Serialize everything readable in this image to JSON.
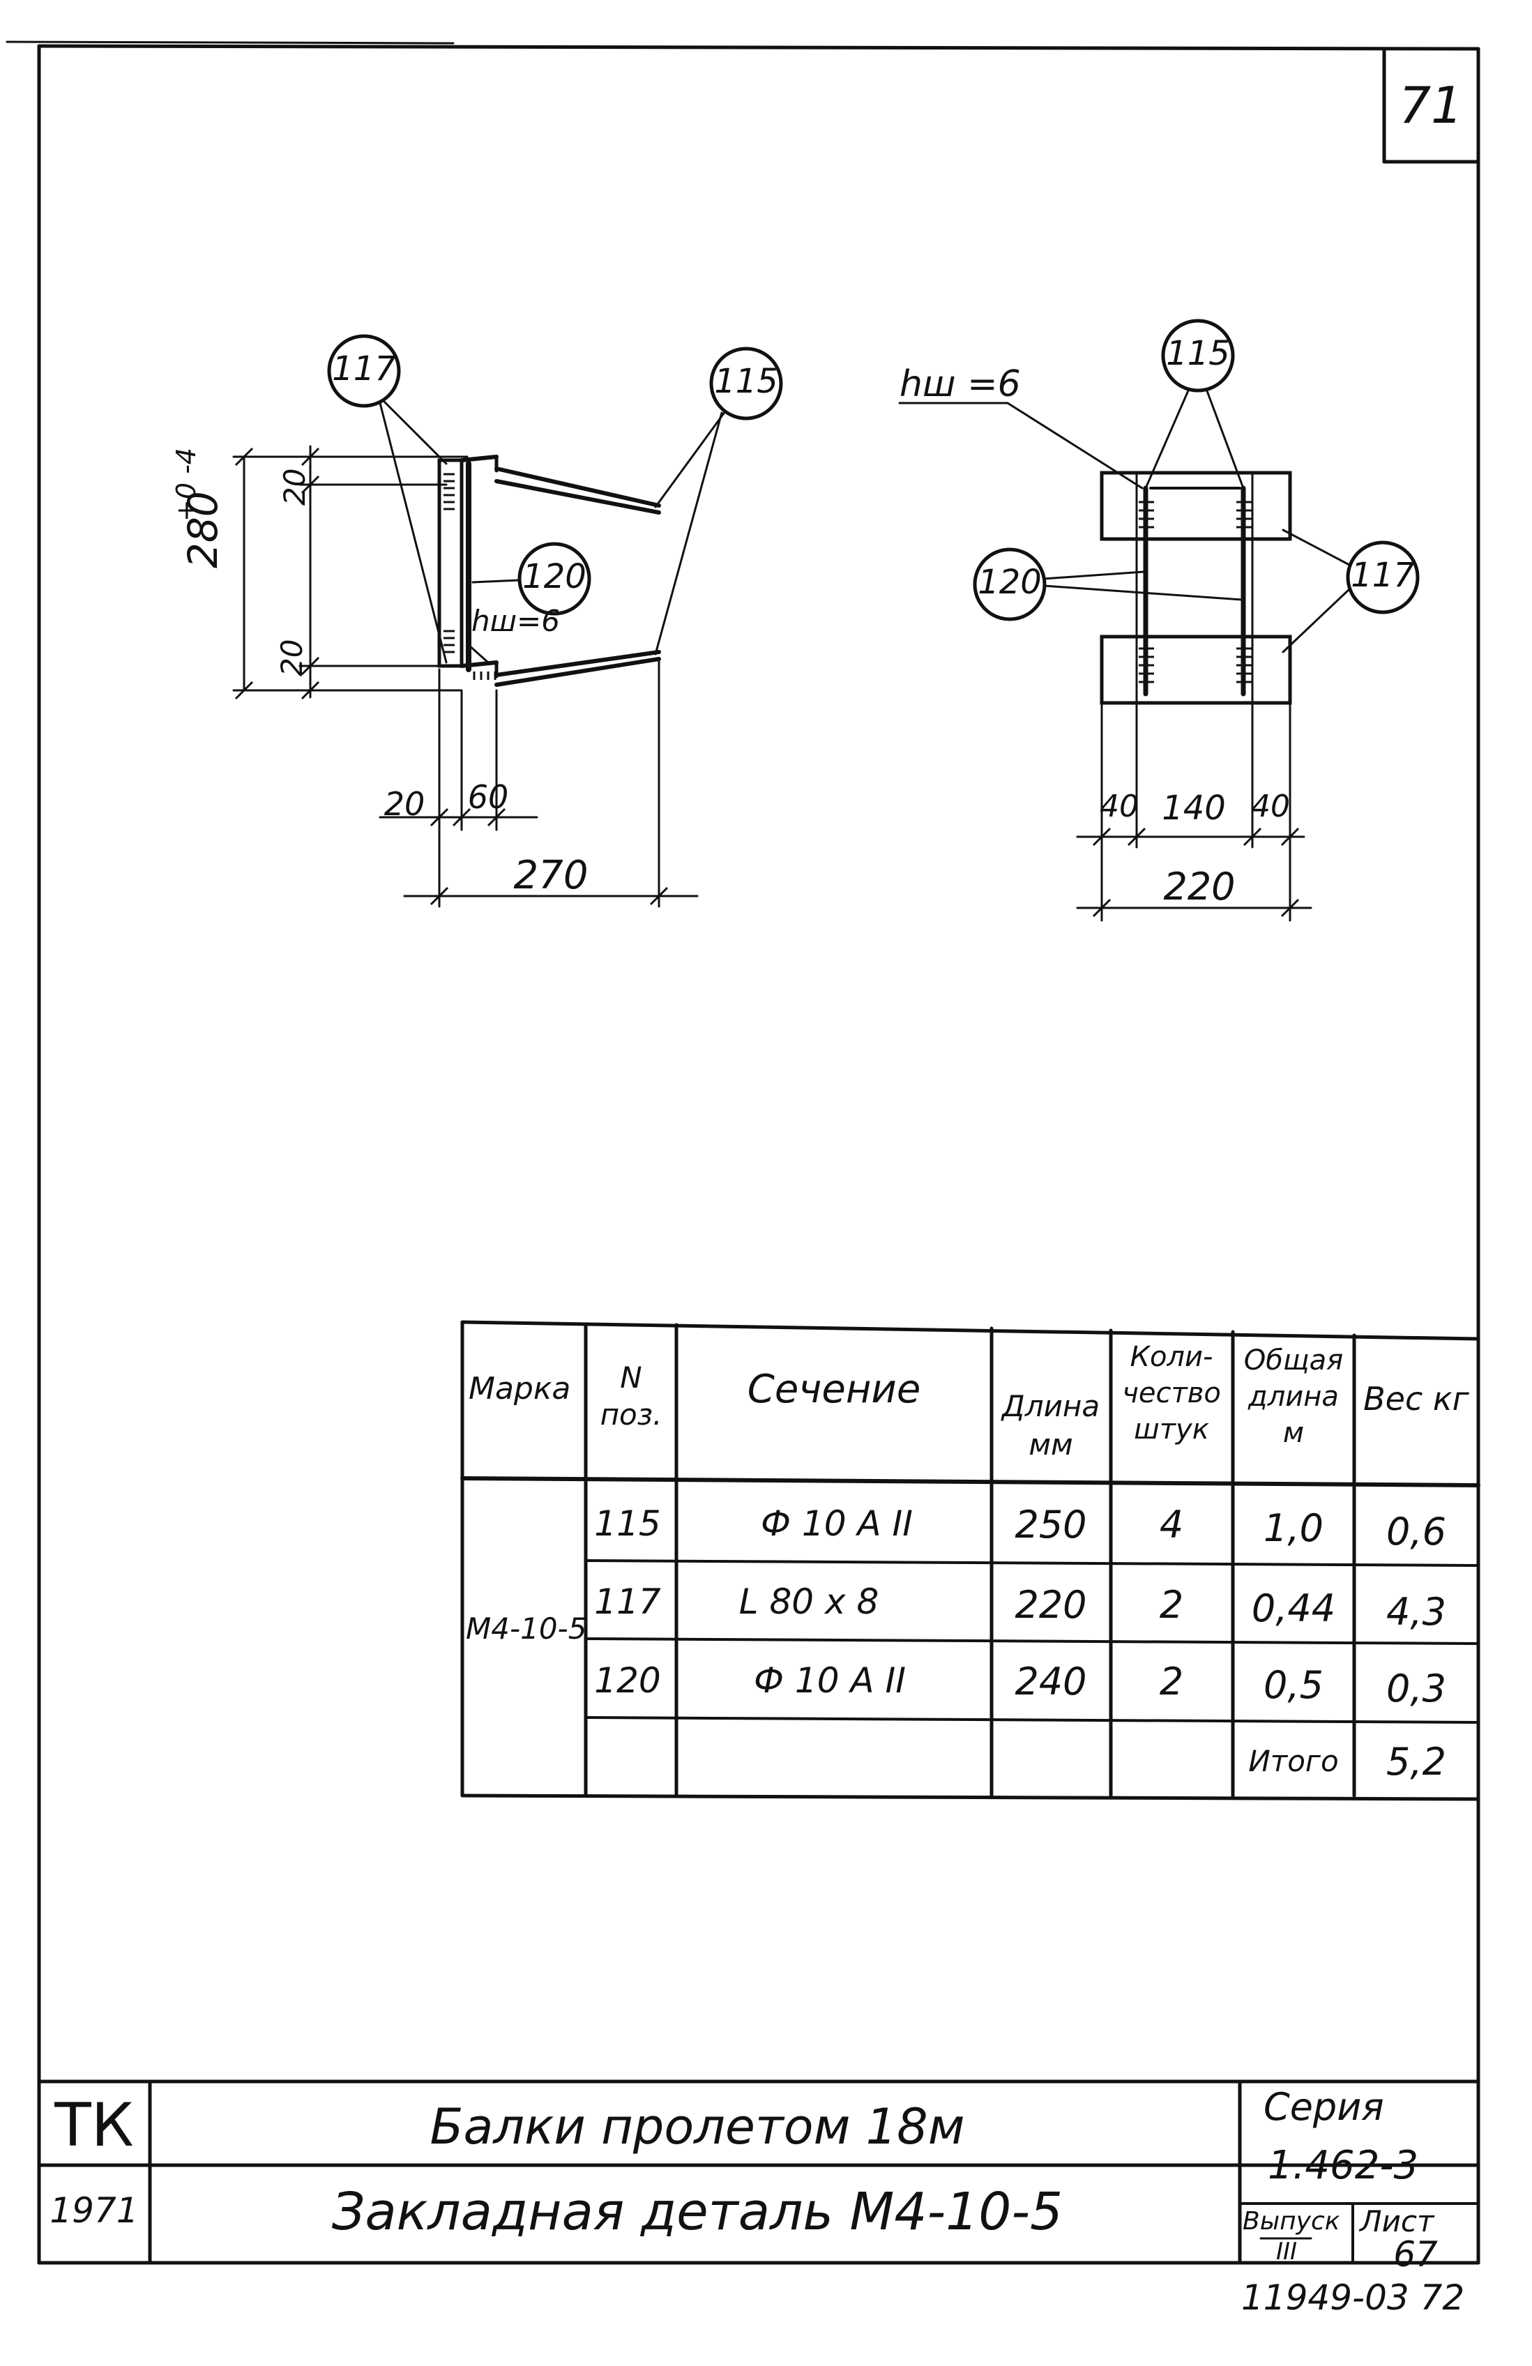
{
  "sheet": {
    "page_number": "71",
    "bottom_code": "11949-03 72"
  },
  "left_view": {
    "callouts": [
      "117",
      "115",
      "120"
    ],
    "weld_label": "hш=6",
    "dim_vertical_total": "280",
    "dim_tolerance": "+0 -4",
    "dim_top_leg": "20",
    "dim_bottom_leg": "20",
    "dim_bottom_a": "20",
    "dim_bottom_b": "60",
    "dim_overall": "270"
  },
  "right_view": {
    "callouts": [
      "115",
      "120",
      "117"
    ],
    "weld_label": "hш =6",
    "dim_a": "40",
    "dim_b": "140",
    "dim_c": "40",
    "dim_overall": "220"
  },
  "spec_table": {
    "headers": {
      "mark": "Марка",
      "pos": "N поз.",
      "section": "Сечение",
      "length": "Длина мм",
      "qty": "Коли-чество штук",
      "total_length": "Общая длина м",
      "weight": "Вес кг"
    },
    "mark_value": "М4-10-5",
    "rows": [
      {
        "pos": "115",
        "section": "Ф 10 А II",
        "length": "250",
        "qty": "4",
        "total_length": "1,0",
        "weight": "0,6"
      },
      {
        "pos": "117",
        "section": "L 80 х 8",
        "length": "220",
        "qty": "2",
        "total_length": "0,44",
        "weight": "4,3"
      },
      {
        "pos": "120",
        "section": "Ф 10 А II",
        "length": "240",
        "qty": "2",
        "total_length": "0,5",
        "weight": "0,3"
      }
    ],
    "total_label": "Итого",
    "total_value": "5,2"
  },
  "title_block": {
    "org": "ТК",
    "year": "1971",
    "title_line1": "Балки пролетом 18м",
    "title_line2": "Закладная деталь М4-10-5",
    "series_label": "Серия",
    "series_value": "1.462-3",
    "issue_label": "Выпуск",
    "issue_value": "III",
    "sheet_label": "Лист",
    "sheet_value": "67"
  }
}
